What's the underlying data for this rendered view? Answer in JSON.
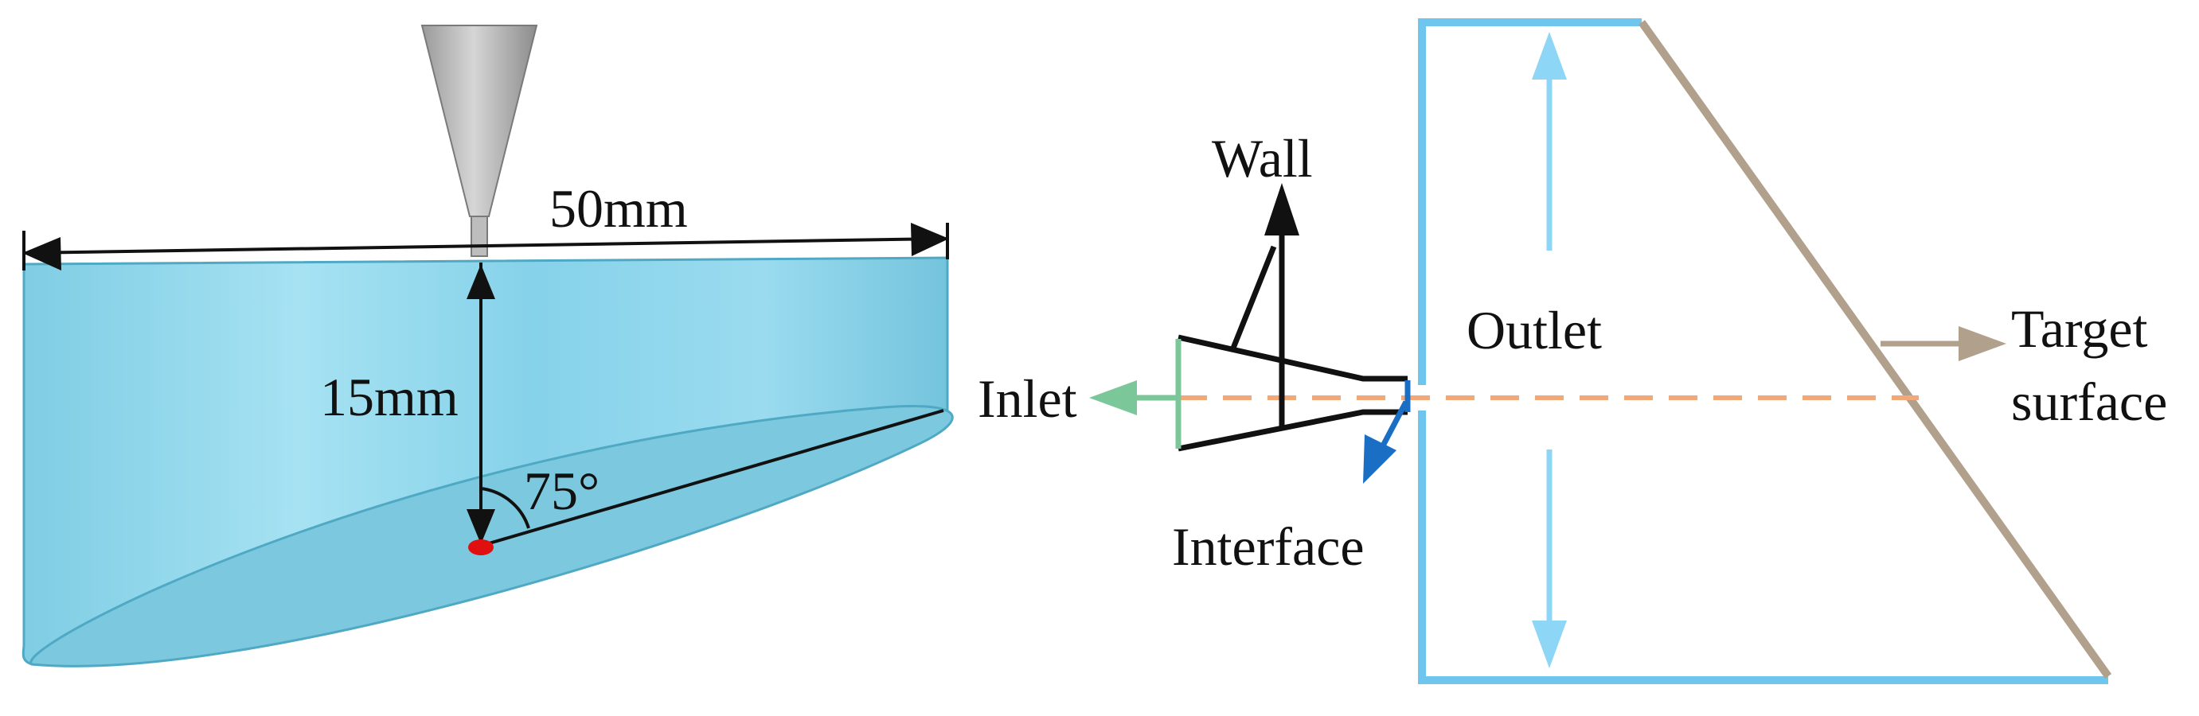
{
  "left_panel": {
    "width_label": "50mm",
    "depth_label": "15mm",
    "angle_label": "75°",
    "colors": {
      "fluid": "#86d4ea",
      "fluid_dark": "#5fb9d3",
      "nozzle": "#b9b9b9",
      "impact_point": "#e01010"
    }
  },
  "right_panel": {
    "labels": {
      "wall": "Wall",
      "outlet": "Outlet",
      "inlet": "Inlet",
      "interface": "Interface",
      "target_line1": "Target",
      "target_line2": "surface"
    },
    "colors": {
      "outlet_boundary": "#6ec6ee",
      "target_surface": "#b0a08c",
      "inlet": "#7cc79a",
      "interface": "#1a6fc4",
      "axis": "#f2a878",
      "wall": "#111111"
    }
  }
}
